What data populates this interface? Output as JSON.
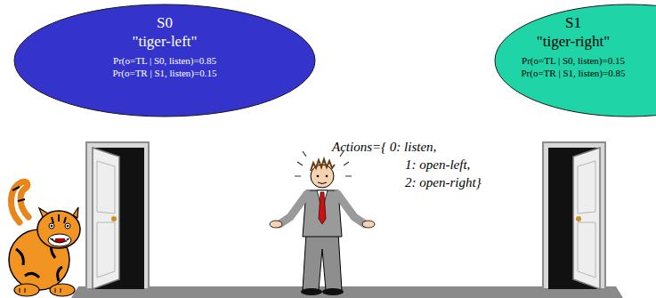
{
  "diagram": {
    "nodes": [
      {
        "text": [
          "S0",
          "\"tiger-left\"",
          "Pr(o=TL | S0, listen)=0.85",
          "Pr(o=TR | S1, listen)=0.15"
        ]
      },
      {
        "text": [
          "S1",
          "\"tiger-right\"",
          "Pr(o=TL | S0, listen)=0.15",
          "Pr(o=TR | S1, listen)=0.85"
        ]
      }
    ],
    "labels": [
      "Actions={ 0: listen,",
      "1: open-left,",
      "2: open-right}"
    ]
  }
}
